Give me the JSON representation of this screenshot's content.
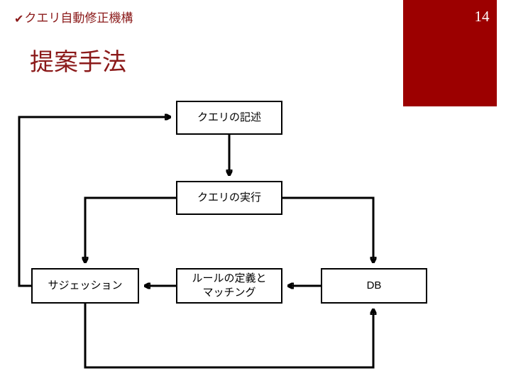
{
  "slide": {
    "page_number": "14",
    "accent_color": "#9c0000",
    "heading_color": "#8b1a1a",
    "bullet_icon": "check-mark",
    "bullet_heading": "クエリ自動修正機構",
    "title": "提案手法"
  },
  "diagram": {
    "type": "flowchart",
    "nodes": [
      {
        "id": "query-write",
        "label": "クエリの記述"
      },
      {
        "id": "query-exec",
        "label": "クエリの実行"
      },
      {
        "id": "suggestion",
        "label": "サジェッション"
      },
      {
        "id": "rule-match",
        "label": "ルールの定義と\nマッチング"
      },
      {
        "id": "db",
        "label": "DB"
      }
    ],
    "edges": [
      {
        "from": "suggestion",
        "to": "query-write",
        "arrow": "right"
      },
      {
        "from": "query-write",
        "to": "query-exec",
        "arrow": "down"
      },
      {
        "from": "query-exec",
        "to": "suggestion",
        "arrow": "down"
      },
      {
        "from": "query-exec",
        "to": "db",
        "arrow": "down"
      },
      {
        "from": "db",
        "to": "rule-match",
        "arrow": "left"
      },
      {
        "from": "rule-match",
        "to": "suggestion",
        "arrow": "left"
      },
      {
        "from": "suggestion",
        "to": "db",
        "arrow": "up"
      }
    ]
  }
}
